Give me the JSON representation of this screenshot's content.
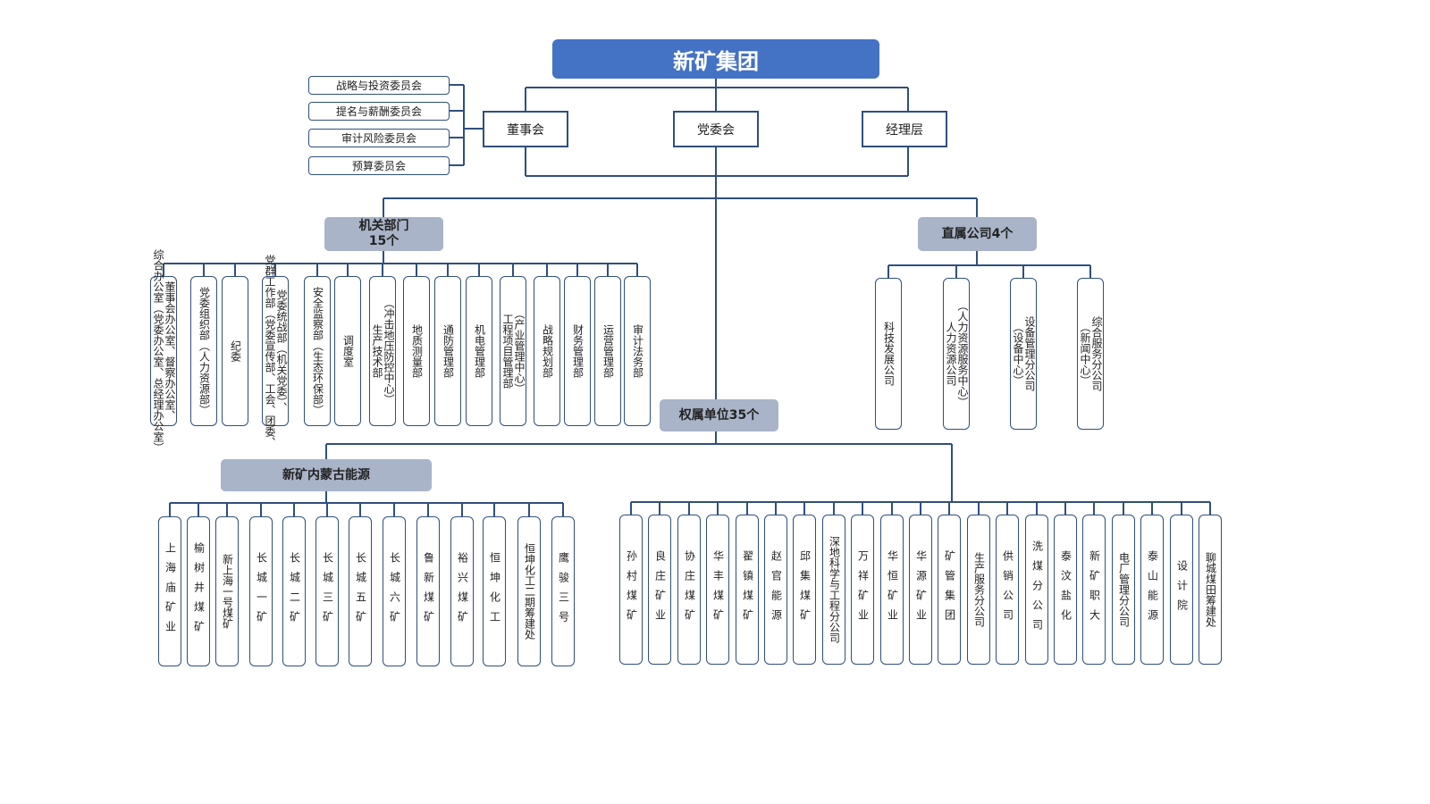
{
  "colors": {
    "line": "#2F4F7F",
    "title_fill": "#4472C4",
    "group_fill": "#A9B4C8"
  },
  "root": {
    "label": "新矿集团"
  },
  "top_nodes": [
    {
      "label": "董事会"
    },
    {
      "label": "党委会"
    },
    {
      "label": "经理层"
    }
  ],
  "committees": [
    {
      "label": "战略与投资委员会"
    },
    {
      "label": "提名与薪酬委员会"
    },
    {
      "label": "审计风险委员会"
    },
    {
      "label": "预算委员会"
    }
  ],
  "groups": {
    "jiguan": {
      "line1": "机关部门",
      "line2": "15个"
    },
    "zhishu": {
      "line1": "直属公司4个"
    },
    "quanshu": {
      "line1": "权属单位35个"
    },
    "neimenggu": {
      "line1": "新矿内蒙古能源"
    }
  },
  "departments": [
    {
      "lines": [
        "董事会办公室、督察办公室、",
        "综合办公室（党委办公室、总经理办公室）"
      ]
    },
    {
      "lines": [
        "党委组织部（人力资源部）"
      ]
    },
    {
      "lines": [
        "纪委"
      ]
    },
    {
      "lines": [
        "党委统战部（机关党委）、",
        "党群工作部（党委宣传部、工会、团委、"
      ]
    },
    {
      "lines": [
        "安全监察部（生态环保部）"
      ]
    },
    {
      "lines": [
        "调度室"
      ]
    },
    {
      "lines": [
        "（冲击地压防控中心）",
        "生产技术部"
      ]
    },
    {
      "lines": [
        "地质测量部"
      ]
    },
    {
      "lines": [
        "通防管理部"
      ]
    },
    {
      "lines": [
        "机电管理部"
      ]
    },
    {
      "lines": [
        "（产业管理中心）",
        "工程项目管理部"
      ]
    },
    {
      "lines": [
        "战略规划部"
      ]
    },
    {
      "lines": [
        "财务管理部"
      ]
    },
    {
      "lines": [
        "运营管理部"
      ]
    },
    {
      "lines": [
        "审计法务部"
      ]
    }
  ],
  "direct_companies": [
    {
      "lines": [
        "科技发展公司"
      ]
    },
    {
      "lines": [
        "（人力资源服务中心）",
        "人力资源公司"
      ]
    },
    {
      "lines": [
        "设备管理分公司",
        "（设备中心）"
      ]
    },
    {
      "lines": [
        "综合服务分公司",
        "（新闻中心）"
      ]
    }
  ],
  "neimenggu_units": [
    {
      "lines": [
        "上海庙矿业"
      ]
    },
    {
      "lines": [
        "榆树井煤矿"
      ]
    },
    {
      "lines": [
        "新上海一号煤矿"
      ]
    },
    {
      "lines": [
        "长城一矿"
      ]
    },
    {
      "lines": [
        "长城二矿"
      ]
    },
    {
      "lines": [
        "长城三矿"
      ]
    },
    {
      "lines": [
        "长城五矿"
      ]
    },
    {
      "lines": [
        "长城六矿"
      ]
    },
    {
      "lines": [
        "鲁新煤矿"
      ]
    },
    {
      "lines": [
        "裕兴煤矿"
      ]
    },
    {
      "lines": [
        "恒坤化工"
      ]
    },
    {
      "lines": [
        "恒坤化工二期筹建处"
      ]
    },
    {
      "lines": [
        "鹰骏三号"
      ]
    }
  ],
  "other_units": [
    {
      "lines": [
        "孙村煤矿"
      ]
    },
    {
      "lines": [
        "良庄矿业"
      ]
    },
    {
      "lines": [
        "协庄煤矿"
      ]
    },
    {
      "lines": [
        "华丰煤矿"
      ]
    },
    {
      "lines": [
        "翟镇煤矿"
      ]
    },
    {
      "lines": [
        "赵官能源"
      ]
    },
    {
      "lines": [
        "邱集煤矿"
      ]
    },
    {
      "lines": [
        "深地科学与工程分公司"
      ]
    },
    {
      "lines": [
        "万祥矿业"
      ]
    },
    {
      "lines": [
        "华恒矿业"
      ]
    },
    {
      "lines": [
        "华源矿业"
      ]
    },
    {
      "lines": [
        "矿管集团"
      ]
    },
    {
      "lines": [
        "生产服务分公司"
      ]
    },
    {
      "lines": [
        "供销公司"
      ]
    },
    {
      "lines": [
        "洗煤分公司"
      ]
    },
    {
      "lines": [
        "泰汶盐化"
      ]
    },
    {
      "lines": [
        "新矿职大"
      ]
    },
    {
      "lines": [
        "电厂管理分公司"
      ]
    },
    {
      "lines": [
        "泰山能源"
      ]
    },
    {
      "lines": [
        "设计院"
      ]
    },
    {
      "lines": [
        "聊城煤田筹建处"
      ]
    }
  ]
}
